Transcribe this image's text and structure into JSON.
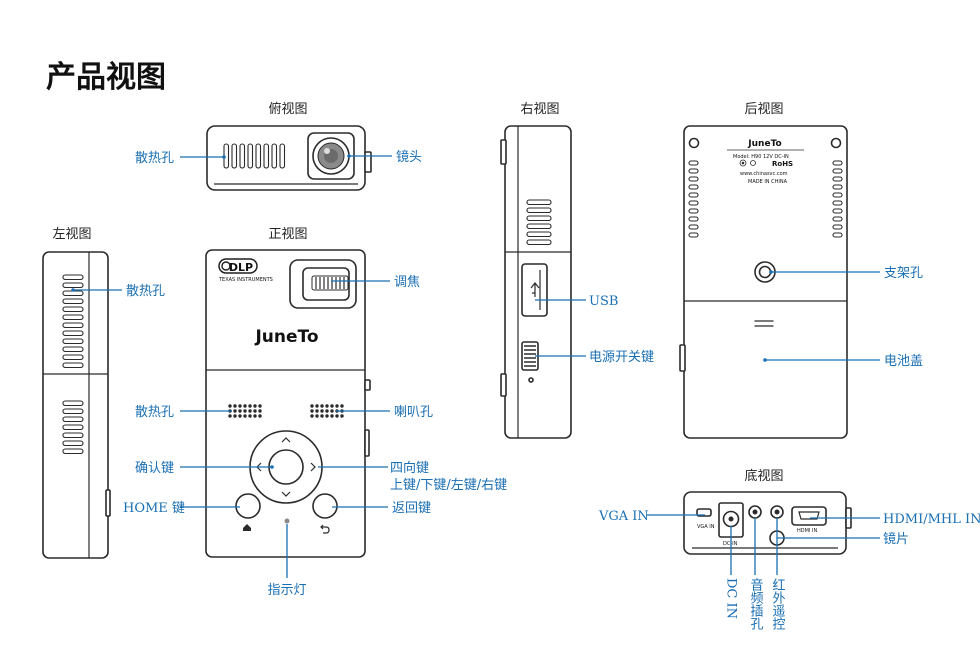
{
  "page": {
    "title": "产品视图"
  },
  "views": {
    "top": "俯视图",
    "right": "右视图",
    "back": "后视图",
    "left": "左视图",
    "front": "正视图",
    "bottom": "底视图"
  },
  "device": {
    "brand": "JuneTo",
    "dlp_logo": "DLP",
    "dlp_sub": "TEXAS INSTRUMENTS",
    "label_lines": [
      "Model: H90   12V  DC-IN",
      "RoHS",
      "www.chinasvc.com",
      "MADE IN CHINA"
    ],
    "bottom_port_vga": "VGA IN",
    "bottom_port_dc": "DC-IN",
    "bottom_port_hdmi": "HDMI IN"
  },
  "callouts": {
    "top_vent": "散热孔",
    "top_lens": "镜头",
    "left_vent": "散热孔",
    "focus": "调焦",
    "usb": "USB",
    "power_switch": "电源开关键",
    "tripod": "支架孔",
    "battery_cover": "电池盖",
    "front_vent": "散热孔",
    "speaker": "喇叭孔",
    "confirm": "确认键",
    "dpad": "四向键",
    "dpad_detail": "上键/下键/左键/右键",
    "home": "HOME 键",
    "back_key": "返回键",
    "indicator": "指示灯",
    "vga": "VGA IN",
    "hdmi": "HDMI/MHL  IN",
    "lens": "镜片",
    "dc_in": "DC IN",
    "audio_jack": "音频插孔",
    "ir_receiver": "红外遥控"
  }
}
